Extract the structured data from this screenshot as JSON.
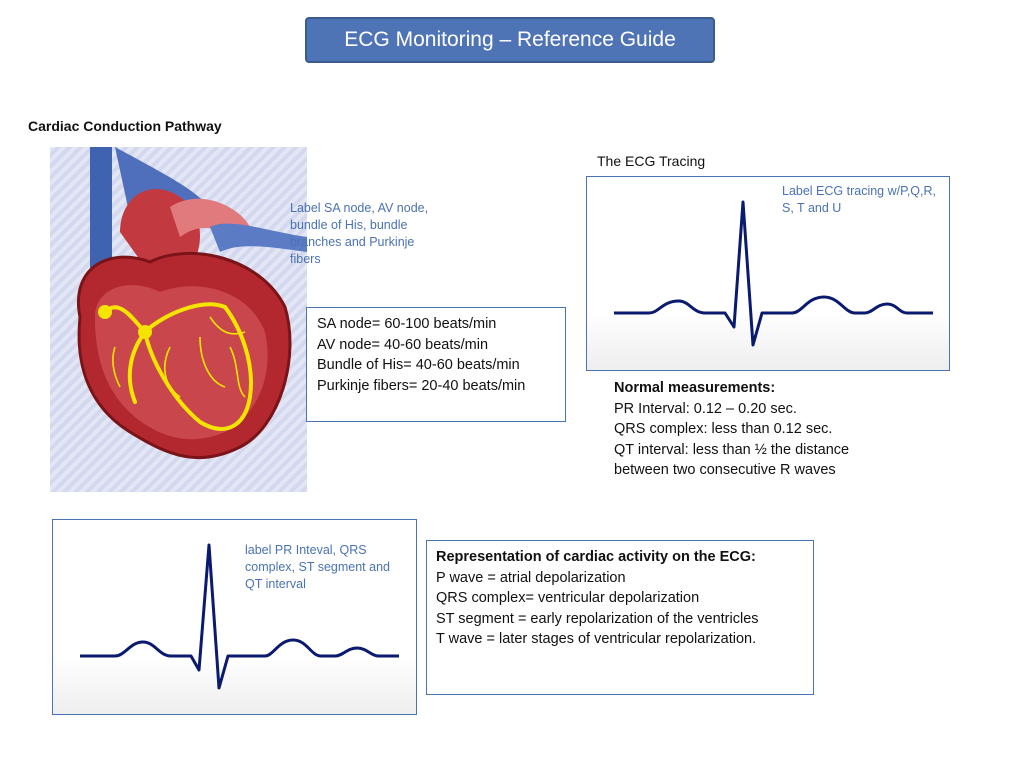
{
  "title": "ECG Monitoring – Reference Guide",
  "conduction": {
    "heading": "Cardiac Conduction Pathway",
    "hint": "Label SA node, AV node, bundle of His, bundle branches and Purkinje fibers",
    "rates": [
      "SA node= 60-100 beats/min",
      "AV node= 40-60 beats/min",
      "Bundle of His= 40-60 beats/min",
      "Purkinje fibers=  20-40 beats/min"
    ]
  },
  "tracing": {
    "heading": "The ECG Tracing",
    "hint": "Label ECG tracing w/P,Q,R, S, T and U"
  },
  "measurements": {
    "heading": "Normal measurements:",
    "lines": [
      "PR Interval:  0.12 – 0.20 sec.",
      "QRS complex: less than 0.12 sec.",
      "QT interval:  less than ½ the distance between two consecutive R waves"
    ]
  },
  "intervals": {
    "hint": "label PR Inteval, QRS complex, ST segment and QT interval"
  },
  "representation": {
    "heading": "Representation of cardiac activity on the ECG:",
    "lines": [
      "P wave = atrial depolarization",
      "QRS complex= ventricular depolarization",
      "ST segment = early repolarization of the ventricles",
      "T wave = later stages of ventricular repolarization."
    ]
  },
  "colors": {
    "title_bg": "#4f74b6",
    "accent_blue": "#4a72b5",
    "ecg_line": "#0a1a6e",
    "heart_red": "#b3282e",
    "conduction_yellow": "#f5e400"
  }
}
